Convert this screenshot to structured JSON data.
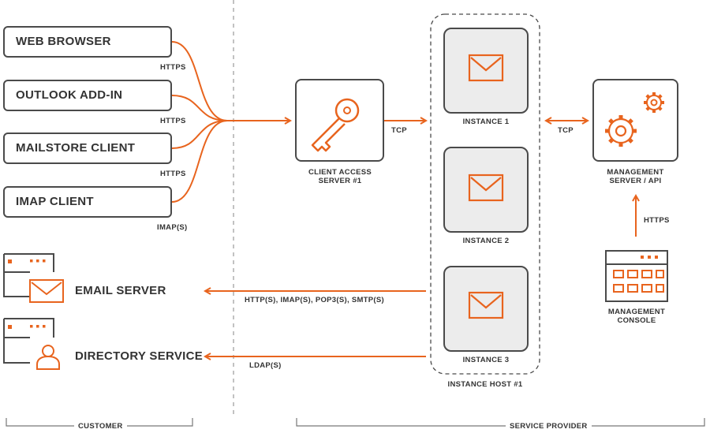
{
  "clients": [
    {
      "label": "WEB BROWSER",
      "protocol": "HTTPS"
    },
    {
      "label": "OUTLOOK ADD-IN",
      "protocol": "HTTPS"
    },
    {
      "label": "MAILSTORE CLIENT",
      "protocol": "HTTPS"
    },
    {
      "label": "IMAP CLIENT",
      "protocol": "IMAP(S)"
    }
  ],
  "servers": {
    "email": {
      "label": "EMAIL SERVER",
      "protocols": "HTTP(S), IMAP(S), POP3(S), SMTP(S)"
    },
    "directory": {
      "label": "DIRECTORY SERVICE",
      "protocols": "LDAP(S)"
    }
  },
  "client_access": {
    "label_line1": "CLIENT ACCESS",
    "label_line2": "SERVER #1",
    "protocol": "TCP"
  },
  "instances": [
    "INSTANCE 1",
    "INSTANCE 2",
    "INSTANCE 3"
  ],
  "instance_host": "INSTANCE HOST #1",
  "management": {
    "label_line1": "MANAGEMENT",
    "label_line2": "SERVER / API",
    "protocol": "TCP"
  },
  "console": {
    "label_line1": "MANAGEMENT",
    "label_line2": "CONSOLE",
    "protocol": "HTTPS"
  },
  "zones": {
    "customer": "CUSTOMER",
    "provider": "SERVICE PROVIDER"
  },
  "colors": {
    "accent": "#e8641e",
    "stroke": "#4a4a4a",
    "instance_bg": "#ececec"
  }
}
